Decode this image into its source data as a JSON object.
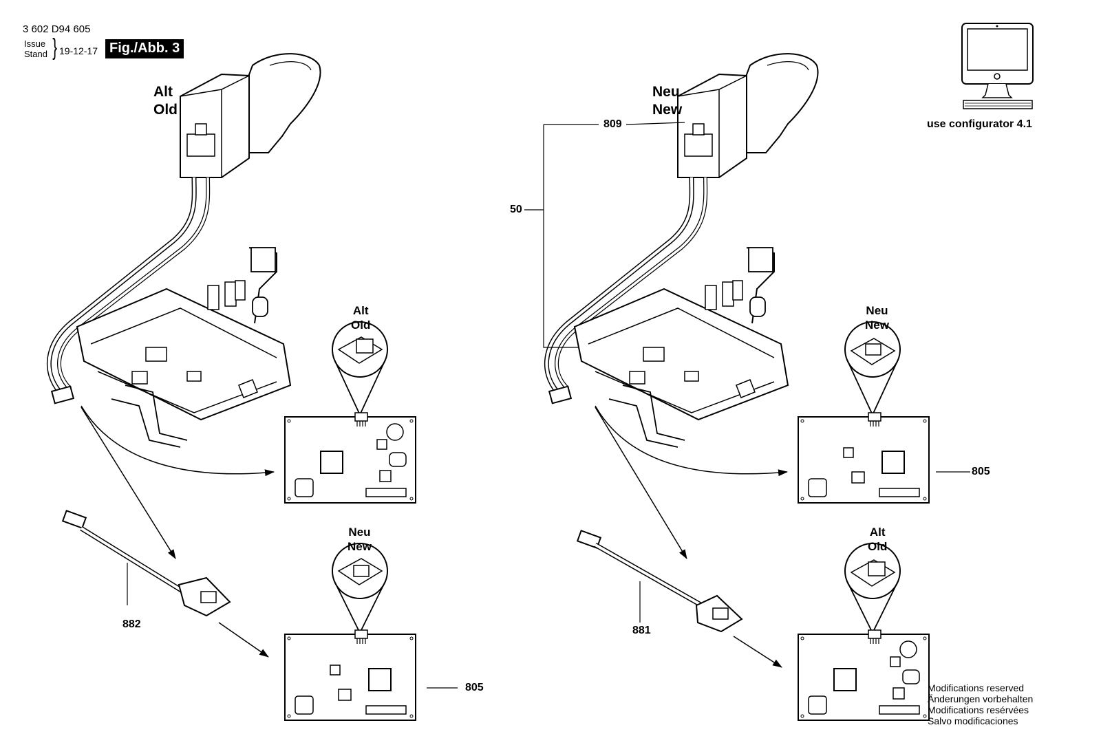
{
  "header": {
    "doc_number": "3 602 D94 605",
    "issue_label": "Issue",
    "stand_label": "Stand",
    "date": "19-12-17",
    "figure": "Fig./Abb. 3"
  },
  "left": {
    "title_de": "Alt",
    "title_en": "Old",
    "top_detail_de": "Alt",
    "top_detail_en": "Old",
    "bottom_detail_de": "Neu",
    "bottom_detail_en": "New",
    "cable_part": "882",
    "board_part": "805"
  },
  "right": {
    "title_de": "Neu",
    "title_en": "New",
    "switch_part": "809",
    "assembly_part": "50",
    "top_detail_de": "Neu",
    "top_detail_en": "New",
    "bottom_detail_de": "Alt",
    "bottom_detail_en": "Old",
    "cable_part": "881",
    "board_part": "805"
  },
  "configurator": {
    "icon": "computer-monitor-icon",
    "label": "use configurator 4.1"
  },
  "notes": [
    "Modifications reserved",
    "Änderungen vorbehalten",
    "Modifications resérvées",
    "Salvo modificaciones"
  ]
}
